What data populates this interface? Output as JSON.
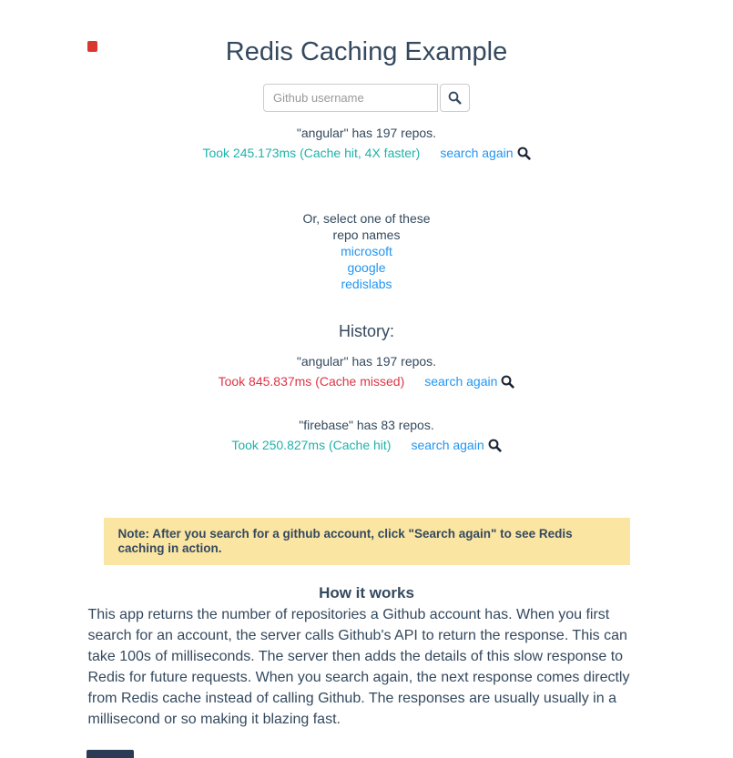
{
  "page": {
    "title": "Redis Caching Example"
  },
  "search": {
    "placeholder": "Github username",
    "value": ""
  },
  "current_result": {
    "repo_line": "\"angular\" has 197 repos.",
    "took_line": "Took 245.173ms (Cache hit, 4X faster)",
    "search_again_label": "search again"
  },
  "suggestions": {
    "prompt_line1": "Or, select one of these",
    "prompt_line2": "repo names",
    "links": [
      "microsoft",
      "google",
      "redislabs"
    ]
  },
  "history": {
    "heading": "History:",
    "entries": [
      {
        "repo_line": "\"angular\" has 197 repos.",
        "took_line": "Took 845.837ms (Cache missed)",
        "status": "missed",
        "search_again_label": "search again"
      },
      {
        "repo_line": "\"firebase\" has 83 repos.",
        "took_line": "Took 250.827ms (Cache hit)",
        "status": "hit",
        "search_again_label": "search again"
      }
    ]
  },
  "note": {
    "text": "Note: After you search for a github account, click \"Search again\" to see Redis caching in action."
  },
  "how_it_works": {
    "heading": "How it works",
    "body": "This app returns the number of repositories a Github account has. When you first search for an account, the server calls Github's API to return the response. This can take 100s of milliseconds. The server then adds the details of this slow response to Redis for future requests. When you search again, the next response comes directly from Redis cache instead of calling Github. The responses are usually usually in a millisecond or so making it blazing fast."
  },
  "colors": {
    "heading_text": "#34495e",
    "link": "#2196f3",
    "cache_hit": "#20b2aa",
    "cache_miss": "#dc3545",
    "note_background": "#fbe5a2"
  },
  "icons": {
    "search_button": "search-icon",
    "search_again": "search-icon"
  }
}
